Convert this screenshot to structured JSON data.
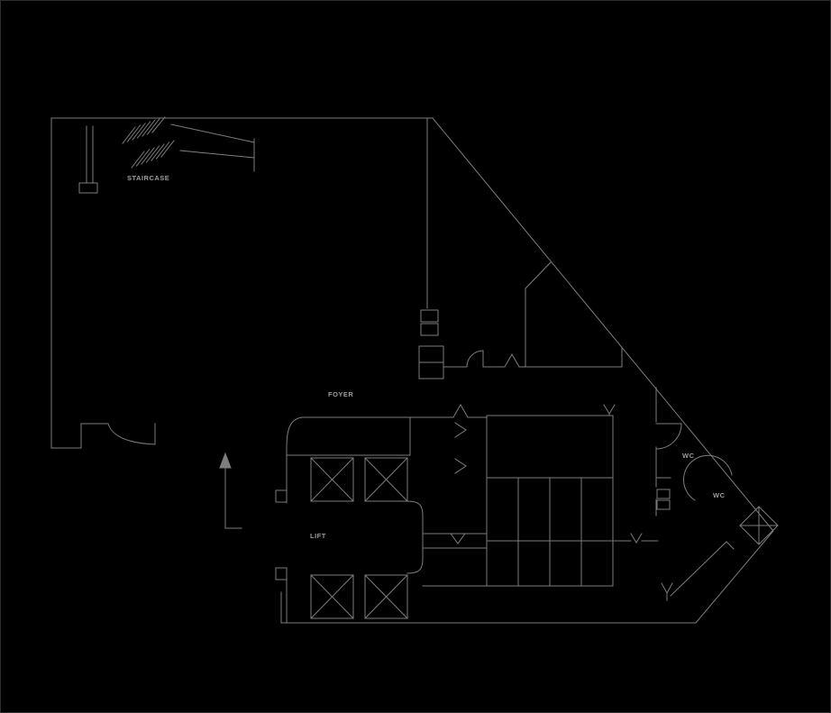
{
  "colors": {
    "background": "#000000",
    "line": "#7d7d7d",
    "text": "#9c9c9c",
    "border": "#2e2e2e"
  },
  "labels": {
    "staircase": "STAIRCASE",
    "foyer": "FOYER",
    "lift": "LIFT",
    "wc_upper": "WC",
    "wc_lower": "WC"
  }
}
